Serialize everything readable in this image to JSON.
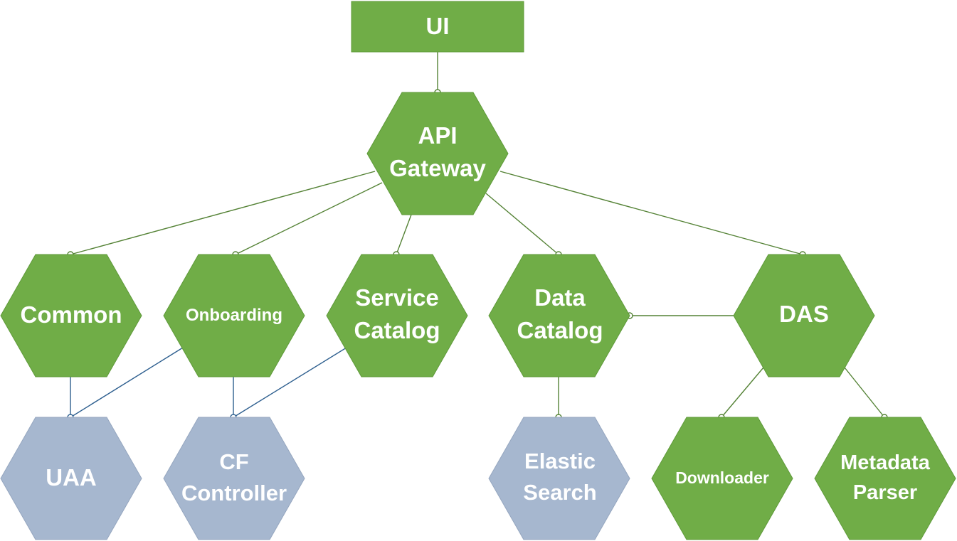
{
  "colors": {
    "green_fill": "#70ad47",
    "green_stroke": "#5f9a3a",
    "blue_fill": "#a6b7cf",
    "blue_stroke": "#95a6bf",
    "green_line": "#548235",
    "blue_line": "#2e5f8f"
  },
  "nodes": {
    "ui": {
      "lines": [
        "UI"
      ]
    },
    "api_gateway": {
      "lines": [
        "API",
        "Gateway"
      ]
    },
    "common": {
      "lines": [
        "Common"
      ]
    },
    "onboarding": {
      "lines": [
        "Onboarding"
      ]
    },
    "service_catalog": {
      "lines": [
        "Service",
        "Catalog"
      ]
    },
    "data_catalog": {
      "lines": [
        "Data",
        "Catalog"
      ]
    },
    "das": {
      "lines": [
        "DAS"
      ]
    },
    "uaa": {
      "lines": [
        "UAA"
      ]
    },
    "cf_controller": {
      "lines": [
        "CF",
        "Controller"
      ]
    },
    "elastic_search": {
      "lines": [
        "Elastic",
        "Search"
      ]
    },
    "downloader": {
      "lines": [
        "Downloader"
      ]
    },
    "metadata_parser": {
      "lines": [
        "Metadata",
        "Parser"
      ]
    }
  }
}
